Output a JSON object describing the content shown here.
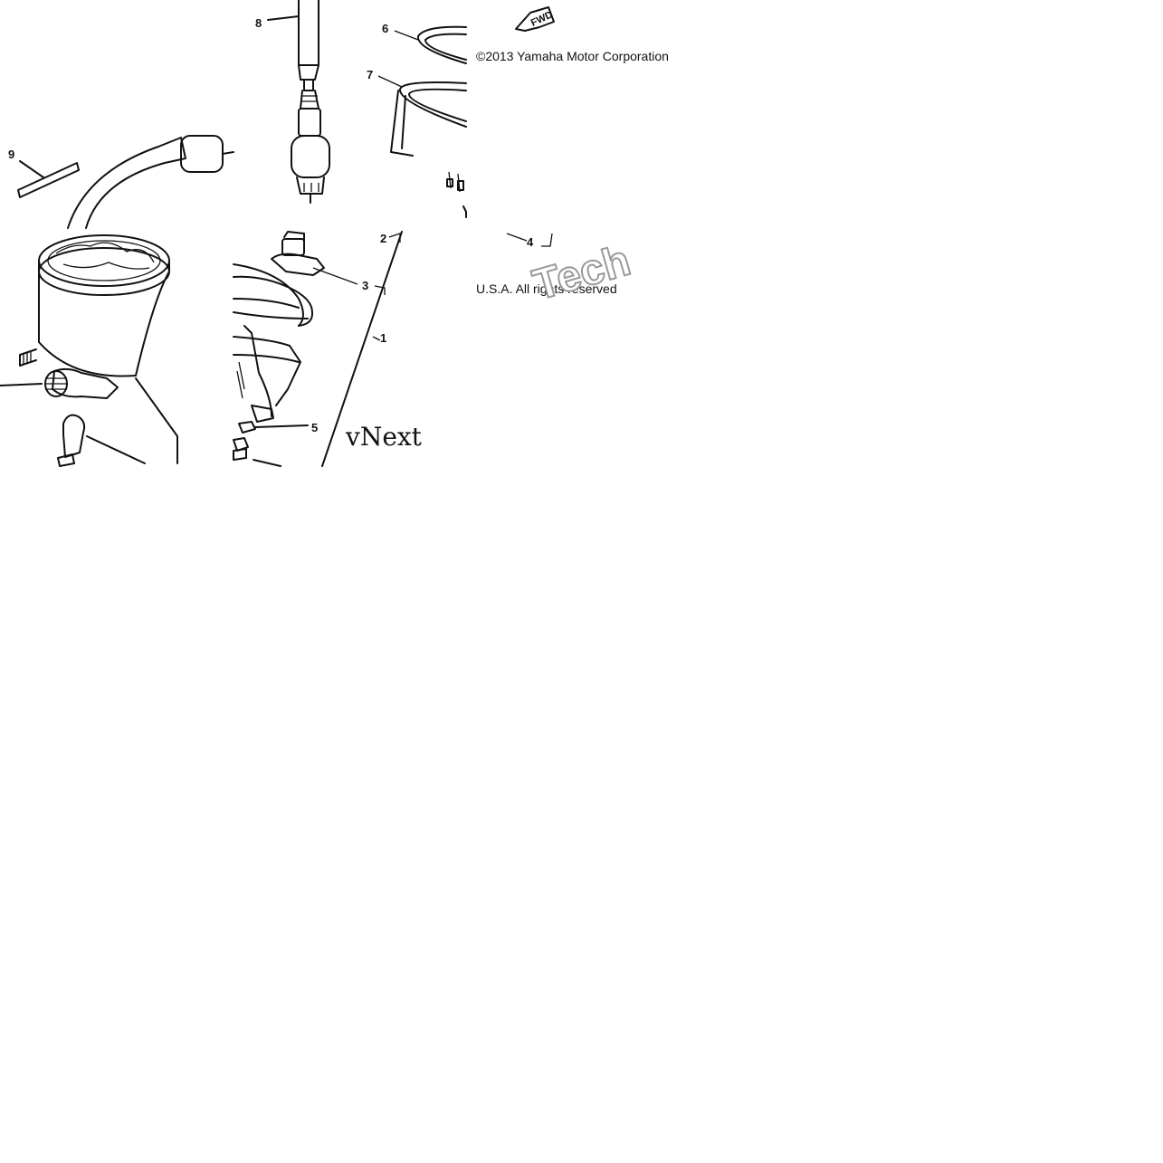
{
  "callouts": [
    "1",
    "2",
    "3",
    "4",
    "5",
    "6",
    "7",
    "8",
    "9"
  ],
  "copyright_line1": "©2013 Yamaha Motor Corporation",
  "copyright_line2": "U.S.A. All rights reserved",
  "watermark_left": "vNext",
  "watermark_right": "Tech",
  "fwd_label": "FWD"
}
